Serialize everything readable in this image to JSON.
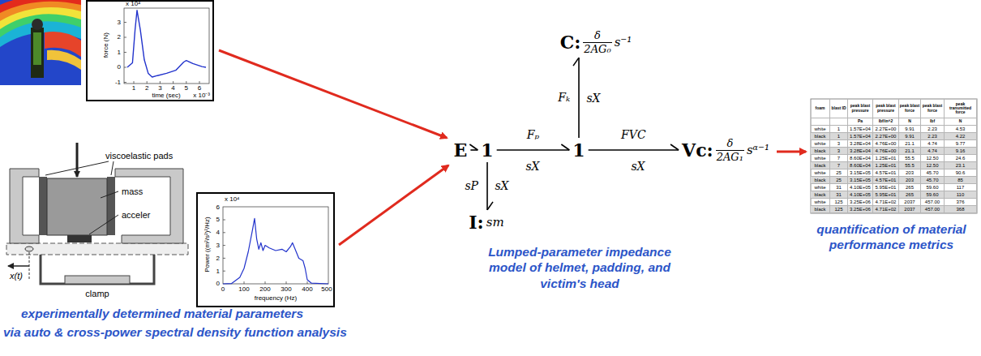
{
  "diagram": {
    "nodes": [
      {
        "text": [
          "C:",
          "δ",
          "2AG₀",
          "s⁻¹"
        ]
      },
      {
        "text": [
          "E"
        ]
      },
      {
        "text": [
          "1"
        ]
      },
      {
        "text": [
          "1"
        ]
      },
      {
        "text": [
          "Vc:",
          "δ",
          "2AG₁",
          "sᵅ⁻¹"
        ]
      },
      {
        "text": [
          "I:",
          "sm"
        ]
      }
    ],
    "edges": [
      {
        "from": 1,
        "to": 2,
        "arrow": "to"
      },
      {
        "from": 2,
        "to": 3,
        "label": "Fₚ",
        "arrow": "to"
      },
      {
        "from": 2,
        "to": 5,
        "label": "sP",
        "arrow": "to"
      },
      {
        "from": 3,
        "to": 0,
        "label": "Fₖ",
        "arrow": "to"
      },
      {
        "from": 3,
        "to": 4,
        "label": "FVC",
        "arrow": "to"
      }
    ],
    "labels": [
      "x 10⁴",
      "3",
      "2",
      "1",
      "0",
      "-1",
      "1",
      "2",
      "3",
      "4",
      "5",
      "6",
      "time (sec)",
      "x 10⁻³",
      "force (N)",
      "viscoelastic pads",
      "mass",
      "acceler",
      "x(t)",
      "clamp",
      "x 10⁴",
      "0",
      "1",
      "2",
      "3",
      "4",
      "5",
      "6",
      "0",
      "100",
      "200",
      "300",
      "400",
      "500",
      "frequency (Hz)",
      "Power ((m²/s²)²/Hz)",
      "experimentally determined  material parameters",
      "via auto & cross-power spectral density function analysis",
      "sX",
      "sX",
      "sX",
      "sX",
      "Lumped-parameter impedance model of helmet, padding, and victim's head",
      "quantification of material performance metrics",
      "foam",
      "blast ID",
      "peak blast pressure",
      "peak blast pressure",
      "peak blast force",
      "peak blast force",
      "peak transmitted force",
      "Pa",
      "lbf/in^2",
      "N",
      "lbf",
      "N",
      "white",
      "1",
      "1.57E+04",
      "2.27E+00",
      "9.91",
      "2.23",
      "4.53",
      "black",
      "1",
      "1.57E+04",
      "2.27E+00",
      "9.91",
      "2.23",
      "4.22",
      "white",
      "3",
      "3.28E+04",
      "4.76E+00",
      "21.1",
      "4.74",
      "9.77",
      "black",
      "3",
      "3.28E+04",
      "4.76E+00",
      "21.1",
      "4.74",
      "9.16",
      "white",
      "7",
      "8.60E+04",
      "1.25E+01",
      "55.5",
      "12.50",
      "24.6",
      "black",
      "7",
      "8.60E+04",
      "1.25E+01",
      "55.5",
      "12.50",
      "23.1",
      "white",
      "25",
      "3.15E+05",
      "4.57E+01",
      "203",
      "45.70",
      "90.6",
      "black",
      "25",
      "3.15E+05",
      "4.57E+01",
      "203",
      "45.70",
      "85",
      "white",
      "31",
      "4.10E+05",
      "5.95E+01",
      "265",
      "59.60",
      "117",
      "black",
      "31",
      "4.10E+05",
      "5.95E+01",
      "265",
      "59.60",
      "110",
      "white",
      "125",
      "3.25E+06",
      "4.71E+02",
      "2037",
      "457.00",
      "376",
      "black",
      "125",
      "3.25E+06",
      "4.71E+02",
      "2037",
      "457.00",
      "368"
    ]
  }
}
